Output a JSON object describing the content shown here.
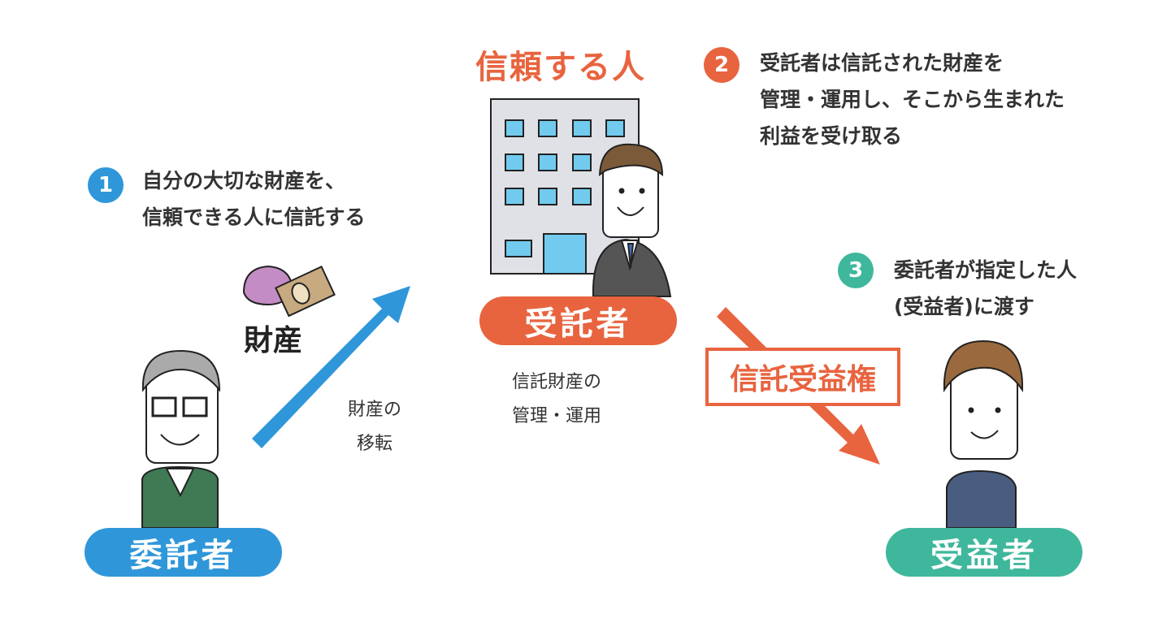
{
  "title": "信頼する人",
  "steps": [
    {
      "num": "1",
      "lines": [
        "自分の大切な財産を、",
        "信頼できる人に信託する"
      ],
      "color": "#2f97d9"
    },
    {
      "num": "2",
      "lines": [
        "受託者は信託された財産を",
        "管理・運用し、そこから生まれた",
        "利益を受け取る"
      ],
      "color": "#e8643f"
    },
    {
      "num": "3",
      "lines": [
        "委託者が指定した人",
        "(受益者)に渡す"
      ],
      "color": "#3fb79c"
    }
  ],
  "roles": {
    "settlor": "委託者",
    "trustee": "受託者",
    "beneficiary": "受益者"
  },
  "property_label": "財産",
  "transfer_note": [
    "財産の",
    "移転"
  ],
  "management_note": [
    "信託財産の",
    "管理・運用"
  ],
  "beneficial_right": "信託受益権",
  "colors": {
    "blue": "#2f97d9",
    "orange": "#e8643f",
    "teal": "#3fb79c"
  }
}
